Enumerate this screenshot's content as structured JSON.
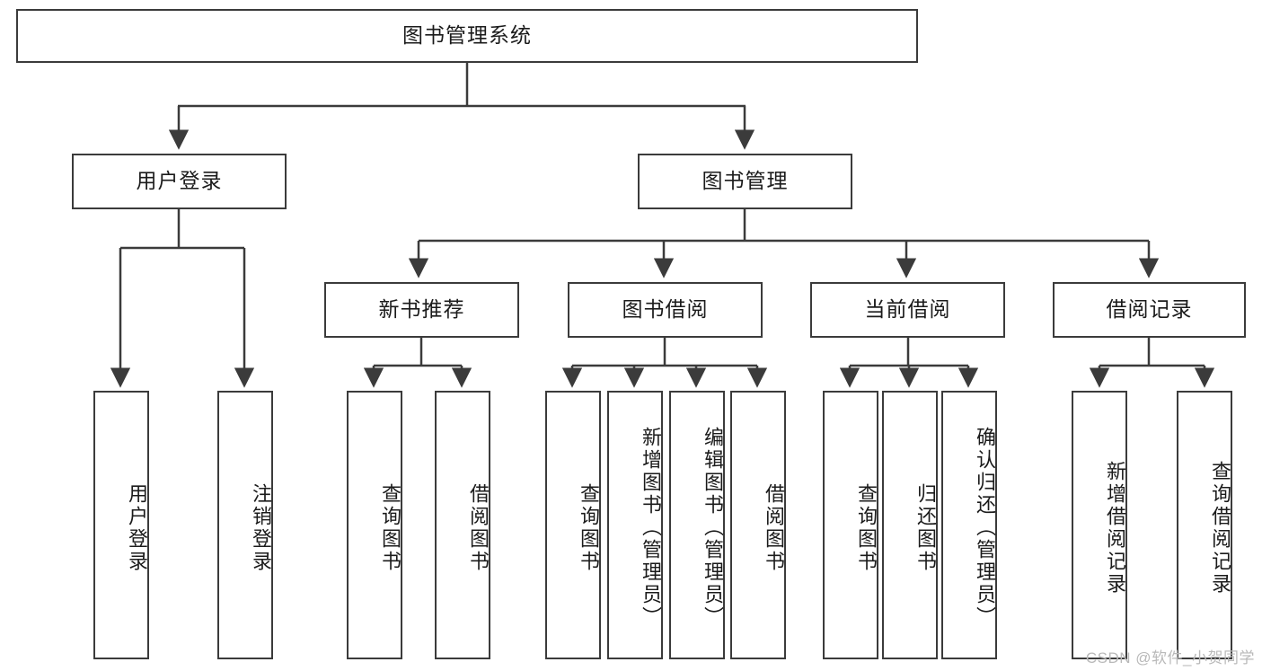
{
  "diagram": {
    "title": "图书管理系统",
    "type": "tree",
    "stroke_color": "#3b3b3b",
    "fill_color": "#ffffff",
    "text_color": "#1b1b1b",
    "watermark": "CSDN @软件_小贺同学",
    "nodes": {
      "root": {
        "label": "图书管理系统"
      },
      "level1": [
        {
          "id": "user-login",
          "label": "用户登录"
        },
        {
          "id": "book-management",
          "label": "图书管理"
        }
      ],
      "level2": [
        {
          "id": "new-book-recommend",
          "label": "新书推荐",
          "parent": "book-management"
        },
        {
          "id": "book-borrow",
          "label": "图书借阅",
          "parent": "book-management"
        },
        {
          "id": "current-borrow",
          "label": "当前借阅",
          "parent": "book-management"
        },
        {
          "id": "borrow-record",
          "label": "借阅记录",
          "parent": "book-management"
        }
      ],
      "leaves": [
        {
          "id": "leaf-user-login",
          "label": "用户登录",
          "parent": "user-login"
        },
        {
          "id": "leaf-logout-login",
          "label": "注销登录",
          "parent": "user-login"
        },
        {
          "id": "leaf-query-book-1",
          "label": "查询图书",
          "parent": "new-book-recommend"
        },
        {
          "id": "leaf-borrow-book-1",
          "label": "借阅图书",
          "parent": "new-book-recommend"
        },
        {
          "id": "leaf-query-book-2",
          "label": "查询图书",
          "parent": "book-borrow"
        },
        {
          "id": "leaf-add-book",
          "label": "新增图书（管理员）",
          "parent": "book-borrow"
        },
        {
          "id": "leaf-edit-book",
          "label": "编辑图书（管理员）",
          "parent": "book-borrow"
        },
        {
          "id": "leaf-borrow-book-2",
          "label": "借阅图书",
          "parent": "book-borrow"
        },
        {
          "id": "leaf-query-book-3",
          "label": "查询图书",
          "parent": "current-borrow"
        },
        {
          "id": "leaf-return-book",
          "label": "归还图书",
          "parent": "current-borrow"
        },
        {
          "id": "leaf-confirm-return",
          "label": "确认归还（管理员）",
          "parent": "current-borrow"
        },
        {
          "id": "leaf-add-record",
          "label": "新增借阅记录",
          "parent": "borrow-record"
        },
        {
          "id": "leaf-query-record",
          "label": "查询借阅记录",
          "parent": "borrow-record"
        }
      ]
    }
  }
}
